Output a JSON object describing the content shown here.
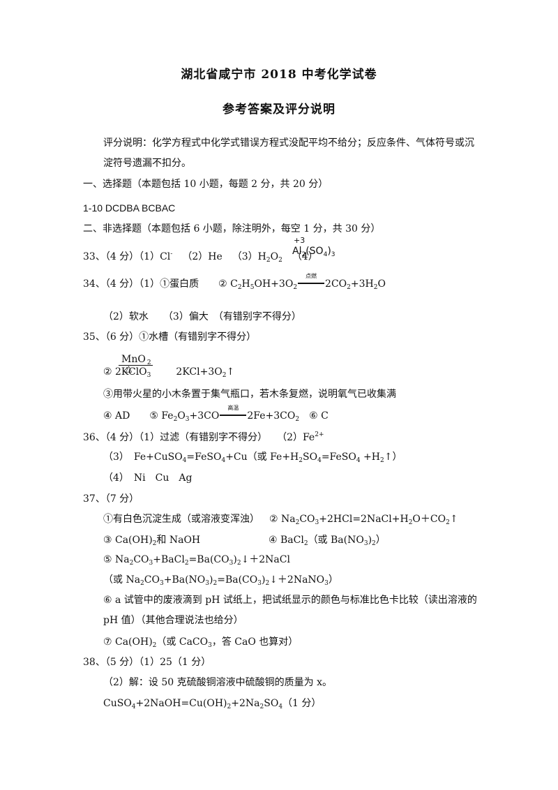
{
  "header": {
    "title": "湖北省咸宁市 2018 中考化学试卷",
    "subtitle": "参考答案及评分说明"
  },
  "notes": {
    "line1": "评分说明：化学方程式中化学式错误方程式没配平均不给分；反应条件、气体符号或沉",
    "line2": "淀符号遗漏不扣分。"
  },
  "section1": {
    "heading": "一、选择题（本题包括 10 小题，每题 2 分，共 20 分）",
    "answers": "1-10  DCDBA  BCBAC"
  },
  "section2": {
    "heading": "二、非选择题（本题包括 6 小题，除注明外，每空 1 分，共 30 分）"
  },
  "q33": {
    "num": "33、（4 分）（1）Cl",
    "cl_charge": "-",
    "part2": "（2）He",
    "part3": "（3）H",
    "h2o2_a": "2",
    "h2o2_b": "O",
    "h2o2_c": "2",
    "part4": "（4）",
    "valence": "+3",
    "al": "Al",
    "al_sub": "2",
    "so4": "(SO",
    "so4_sub": "4",
    "close": ")",
    "close_sub": "3"
  },
  "q34": {
    "num": "34、（4 分）（1）①蛋白质",
    "eq_pre": "② C",
    "s1": "2",
    "h": "H",
    "s2": "5",
    "mid": "OH+3O",
    "s3": "2",
    "cond": "点燃",
    "prod": "2CO",
    "s4": "2",
    "prod2": "+3H",
    "s5": "2",
    "prod3": "O",
    "line2": "（2）软水　　（3）偏大　（有错别字不得分）"
  },
  "q35": {
    "num": "35、（6 分）①水槽（有错别字不得分）",
    "catalyst": "MnO",
    "catalyst_sub": "2",
    "heat": "△",
    "eq_a": "② 2KClO",
    "eq_a_sub": "3",
    "eq_b": "2KCl+3O",
    "eq_b_sub": "2",
    "eq_b_arrow": "↑",
    "line3": "③用带火星的小木条置于集气瓶口，若木条复燃，说明氧气已收集满",
    "p4": "④ AD",
    "p5a": "⑤ Fe",
    "p5s1": "2",
    "p5b": "O",
    "p5s2": "3",
    "p5c": "+3CO",
    "p5cond": "高温",
    "p5d": "2Fe+3CO",
    "p5s3": "2",
    "p6": "⑥ C"
  },
  "q36": {
    "num": "36、（4 分）（1）过滤（有错别字不得分）",
    "p2": "（2）Fe",
    "p2sup": "2+",
    "p3a": "（3）　Fe+CuSO",
    "p3s1": "4",
    "p3b": "=FeSO",
    "p3s2": "4",
    "p3c": "+Cu（或 Fe+H",
    "p3s3": "2",
    "p3d": "SO",
    "p3s4": "4",
    "p3e": "=FeSO",
    "p3s5": "4",
    "p3f": " +H",
    "p3s6": "2",
    "p3g": "↑）",
    "p4": "（4）　Ni　Cu　Ag"
  },
  "q37": {
    "num": "37、（7 分）",
    "l1a": "①有白色沉淀生成（或溶液变浑浊）",
    "l1b": "② Na",
    "l1s1": "2",
    "l1c": "CO",
    "l1s2": "3",
    "l1d": "+2HCl=2NaCl+H",
    "l1s3": "2",
    "l1e": "O＋CO",
    "l1s4": "2",
    "l1f": "↑",
    "l2a": "③ Ca(OH)",
    "l2s1": "2",
    "l2b": "和 NaOH",
    "l2c": "④ BaCl",
    "l2s2": "2",
    "l2d": "（或 Ba(NO",
    "l2s3": "3",
    "l2e": ")",
    "l2s4": "2",
    "l2f": "）",
    "l3a": "⑤ Na",
    "l3s1": "2",
    "l3b": "CO",
    "l3s2": "3",
    "l3c": "+BaCl",
    "l3s3": "2",
    "l3d": "=Ba(CO",
    "l3s4": "3",
    "l3e": ")",
    "l3s5": "2",
    "l3f": "↓＋2NaCl",
    "l4a": "（或 Na",
    "l4s1": "2",
    "l4b": "CO",
    "l4s2": "3",
    "l4c": "+Ba(NO",
    "l4s3": "3",
    "l4d": ")",
    "l4s4": "2",
    "l4e": "=Ba(CO",
    "l4s5": "3",
    "l4f": ")",
    "l4s6": "2",
    "l4g": "↓＋2NaNO",
    "l4s7": "3",
    "l4h": "）",
    "l5": "⑥ a 试管中的废液滴到 pH 试纸上，把试纸显示的颜色与标准比色卡比较（读出溶液的",
    "l6": "pH 值）（其他合理说法也给分）",
    "l7a": "⑦ Ca(OH)",
    "l7s1": "2",
    "l7b": "（或 CaCO",
    "l7s2": "3",
    "l7c": "，答 CaO 也算对）"
  },
  "q38": {
    "num": "38、（5 分）（1）25（1 分）",
    "l2": "（2）解：设 50 克硫酸铜溶液中硫酸铜的质量为 x。",
    "l3a": "CuSO",
    "l3s1": "4",
    "l3b": "+2NaOH=Cu(OH)",
    "l3s2": "2",
    "l3c": "+2Na",
    "l3s3": "2",
    "l3d": "SO",
    "l3s4": "4",
    "l3e": "（1 分）"
  }
}
